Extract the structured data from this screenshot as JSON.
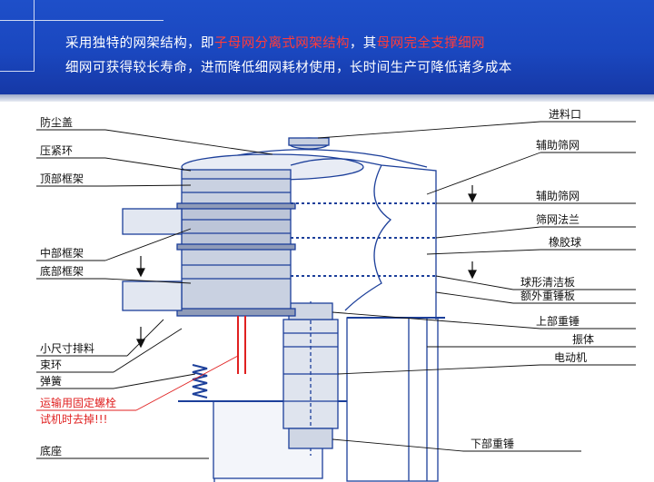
{
  "banner": {
    "line1_a": "采用独特的网架结构，即",
    "line1_red1": "子母网分离式网架结构",
    "line1_b": "，其",
    "line1_red2": "母网完全支撑细网",
    "line2": "细网可获得较长寿命，进而降低细网耗材使用，长时间生产可降低诸多成本"
  },
  "labels_left": {
    "dust_cover": "防尘盖",
    "clamp_ring": "压紧环",
    "top_frame": "顶部框架",
    "middle_frame": "中部框架",
    "bottom_frame": "底部框架",
    "small_outlet": "小尺寸排料",
    "binding_ring": "束环",
    "spring": "弹簧",
    "transport_bolt_1": "运输用固定螺栓",
    "transport_bolt_2": "试机时去掉!!!",
    "base": "底座"
  },
  "labels_right": {
    "feed_inlet": "进料口",
    "aux_screen_1": "辅助筛网",
    "aux_screen_2": "辅助筛网",
    "screen_flange": "筛网法兰",
    "rubber_ball": "橡胶球",
    "ball_cleaning_plate": "球形清洁板",
    "extra_hammer_plate": "额外重锤板",
    "upper_hammer": "上部重锤",
    "vibrator_body": "振体",
    "motor": "电动机",
    "lower_hammer": "下部重锤"
  },
  "colors": {
    "banner_blue": "#1a47bf",
    "highlight_red": "#ff3b3b",
    "line_blue": "#1c3f9a"
  }
}
